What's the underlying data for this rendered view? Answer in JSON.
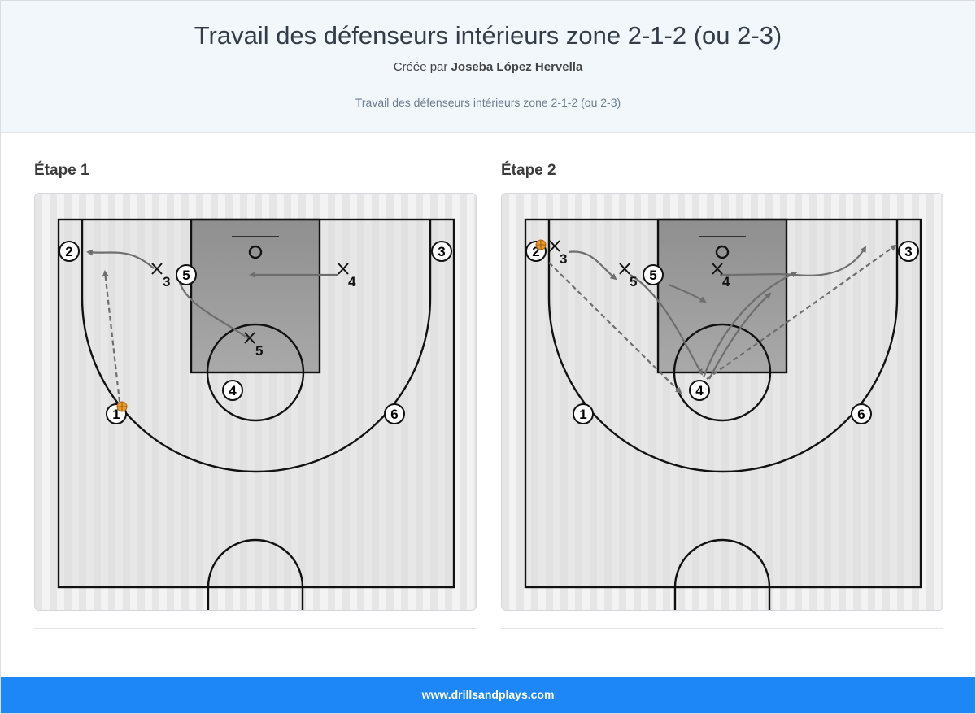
{
  "header": {
    "title": "Travail des défenseurs intérieurs zone 2-1-2 (ou 2-3)",
    "byline_prefix": "Créée par",
    "author": "Joseba López Hervella",
    "subtitle": "Travail des défenseurs intérieurs zone 2-1-2 (ou 2-3)"
  },
  "steps": [
    {
      "label": "Étape 1",
      "players": [
        "1",
        "2",
        "3",
        "4",
        "5",
        "6"
      ],
      "defenders": [
        "3",
        "4",
        "5"
      ],
      "ball_holder": "1"
    },
    {
      "label": "Étape 2",
      "players": [
        "1",
        "2",
        "3",
        "4",
        "5",
        "6"
      ],
      "defenders": [
        "3",
        "4",
        "5"
      ],
      "ball_holder": "2"
    }
  ],
  "colors": {
    "header_bg": "#f2f7fc",
    "footer_bg": "#1e87f8",
    "arrow": "#6e6e6e",
    "ball": "#e89a2c"
  },
  "footer": {
    "text": "www.drillsandplays.com"
  }
}
